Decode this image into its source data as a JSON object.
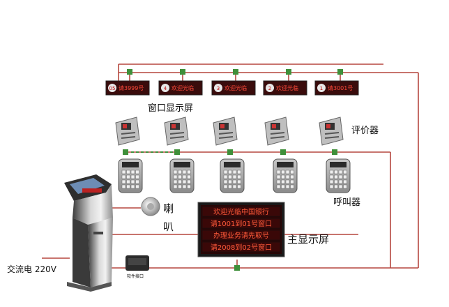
{
  "labels": {
    "window_display": "窗口显示屏",
    "evaluator": "评价器",
    "caller": "呼叫器",
    "speaker_line1": "喇",
    "speaker_line2": "叭",
    "main_display": "主显示屏",
    "ac_power": "交流电 220V",
    "software_port": "软件接口"
  },
  "window_displays": [
    {
      "number": "05",
      "text": "请3999号"
    },
    {
      "number": "4",
      "text": "欢迎光临"
    },
    {
      "number": "3",
      "text": "欢迎光临"
    },
    {
      "number": "2",
      "text": "欢迎光临"
    },
    {
      "number": "1",
      "text": "请3001号"
    }
  ],
  "main_display_lines": [
    "欢迎光临中国银行",
    "请1001到01号窗口",
    "办理业务请先取号",
    "请2008到02号窗口"
  ],
  "colors": {
    "wire_red": "#b5473f",
    "node_green": "#3f8f3a",
    "led_red": "#ff4a3a",
    "led_bg": "#5a0a0a"
  }
}
